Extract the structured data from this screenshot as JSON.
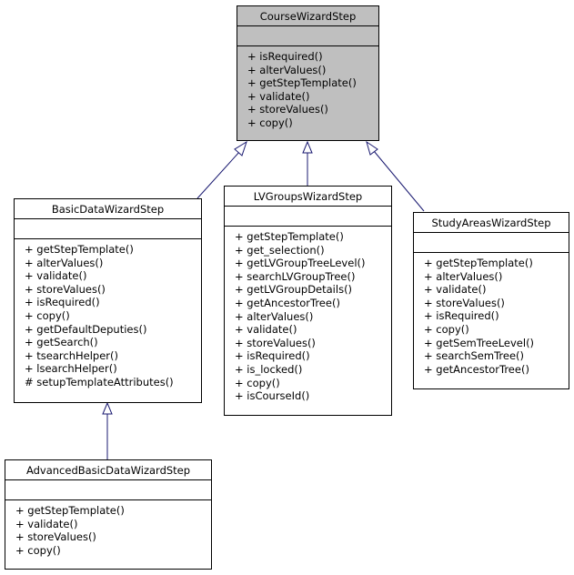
{
  "classes": {
    "course": {
      "name": "CourseWizardStep",
      "methods": [
        "+ isRequired()",
        "+ alterValues()",
        "+ getStepTemplate()",
        "+ validate()",
        "+ storeValues()",
        "+ copy()"
      ]
    },
    "basic": {
      "name": "BasicDataWizardStep",
      "methods": [
        "+ getStepTemplate()",
        "+ alterValues()",
        "+ validate()",
        "+ storeValues()",
        "+ isRequired()",
        "+ copy()",
        "+ getDefaultDeputies()",
        "+ getSearch()",
        "+ tsearchHelper()",
        "+ lsearchHelper()",
        "# setupTemplateAttributes()"
      ]
    },
    "lvgroups": {
      "name": "LVGroupsWizardStep",
      "methods": [
        "+ getStepTemplate()",
        "+ get_selection()",
        "+ getLVGroupTreeLevel()",
        "+ searchLVGroupTree()",
        "+ getLVGroupDetails()",
        "+ getAncestorTree()",
        "+ alterValues()",
        "+ validate()",
        "+ storeValues()",
        "+ isRequired()",
        "+ is_locked()",
        "+ copy()",
        "+ isCourseId()"
      ]
    },
    "study": {
      "name": "StudyAreasWizardStep",
      "methods": [
        "+ getStepTemplate()",
        "+ alterValues()",
        "+ validate()",
        "+ storeValues()",
        "+ isRequired()",
        "+ copy()",
        "+ getSemTreeLevel()",
        "+ searchSemTree()",
        "+ getAncestorTree()"
      ]
    },
    "advanced": {
      "name": "AdvancedBasicDataWizardStep",
      "methods": [
        "+ getStepTemplate()",
        "+ validate()",
        "+ storeValues()",
        "+ copy()"
      ]
    }
  },
  "colors": {
    "edge": "#191970",
    "base_fill": "#bfbfbf",
    "fill": "#ffffff"
  }
}
